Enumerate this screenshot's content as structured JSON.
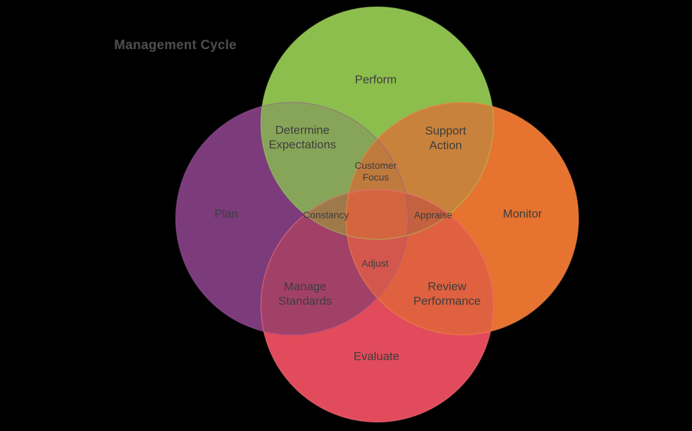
{
  "diagram": {
    "title": "Management Cycle",
    "type": "venn-4-circle",
    "background_color": "#000000",
    "text_color": "#3D3D3D",
    "title_color": "#4F4F4F",
    "circles": [
      {
        "id": "perform",
        "label": "Perform",
        "color": "#8CBE4D",
        "position": "top"
      },
      {
        "id": "plan",
        "label": "Plan",
        "color": "#7C3B7B",
        "position": "left"
      },
      {
        "id": "monitor",
        "label": "Monitor",
        "color": "#E6732F",
        "position": "right"
      },
      {
        "id": "evaluate",
        "label": "Evaluate",
        "color": "#E24B5B",
        "position": "bottom"
      }
    ],
    "overlaps": [
      {
        "label": "Determine\nExpectations",
        "between": [
          "Perform",
          "Plan"
        ],
        "color": "#87A558"
      },
      {
        "label": "Support\nAction",
        "between": [
          "Perform",
          "Monitor"
        ],
        "color": "#C9823C"
      },
      {
        "label": "Customer\nFocus",
        "between": [
          "Perform",
          "Plan",
          "Monitor"
        ],
        "color": "#BF7A3E"
      },
      {
        "label": "Constancy",
        "between": [
          "Perform",
          "Plan",
          "Evaluate"
        ],
        "color": "#9E7A4B"
      },
      {
        "label": "Appraise",
        "between": [
          "Perform",
          "Monitor",
          "Evaluate"
        ],
        "color": "#C4613E"
      },
      {
        "label": "Adjust",
        "between": [
          "Plan",
          "Monitor",
          "Evaluate"
        ],
        "color": "#D4574D"
      },
      {
        "label": "Manage\nStandards",
        "between": [
          "Plan",
          "Evaluate"
        ],
        "color": "#A24168"
      },
      {
        "label": "Review\nPerformance",
        "between": [
          "Monitor",
          "Evaluate"
        ],
        "color": "#E0613F"
      },
      {
        "label": "",
        "between": [
          "Perform",
          "Plan",
          "Monitor",
          "Evaluate"
        ],
        "color": "#D4663F"
      }
    ]
  }
}
